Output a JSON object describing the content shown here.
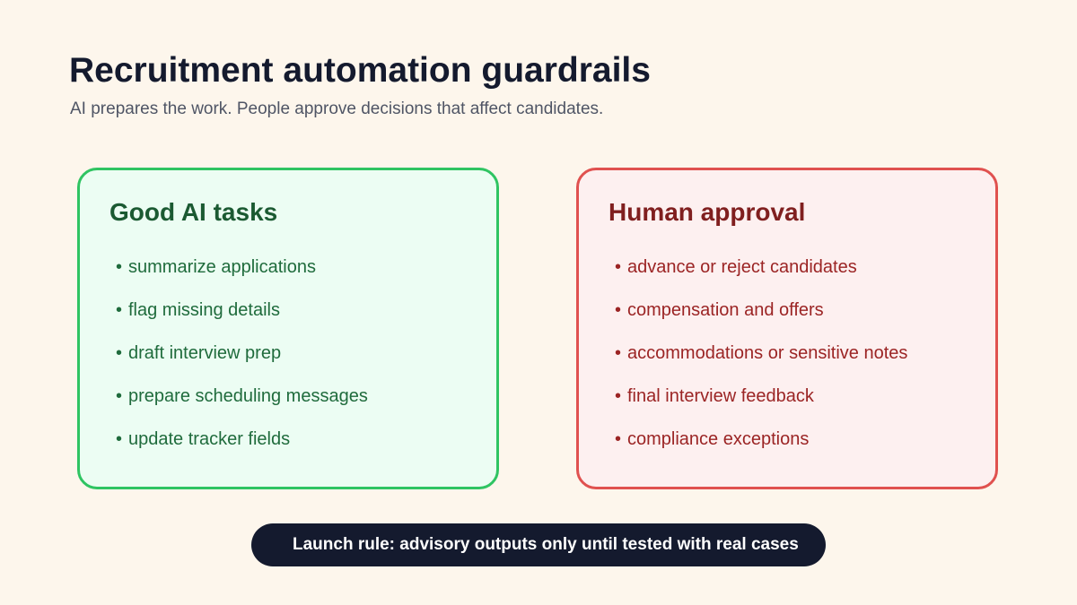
{
  "title": "Recruitment automation guardrails",
  "subtitle": "AI prepares the work. People approve decisions that affect candidates.",
  "colors": {
    "background": "#fdf6ec",
    "good_border": "#2fc462",
    "good_fill": "#ecfdf3",
    "good_text": "#1f6b3c",
    "human_border": "#e0514f",
    "human_fill": "#fdf0f0",
    "human_text": "#9b2424",
    "banner_fill": "#141a2e"
  },
  "good_tasks": {
    "heading": "Good AI tasks",
    "bullet": "•",
    "items": [
      "summarize applications",
      "flag missing details",
      "draft interview prep",
      "prepare scheduling messages",
      "update tracker fields"
    ]
  },
  "human_approval": {
    "heading": "Human approval",
    "bullet": "•",
    "items": [
      "advance or reject candidates",
      "compensation and offers",
      "accommodations or sensitive notes",
      "final interview feedback",
      "compliance exceptions"
    ]
  },
  "launch_rule": {
    "text": "Launch rule: advisory outputs only until tested with real cases"
  }
}
